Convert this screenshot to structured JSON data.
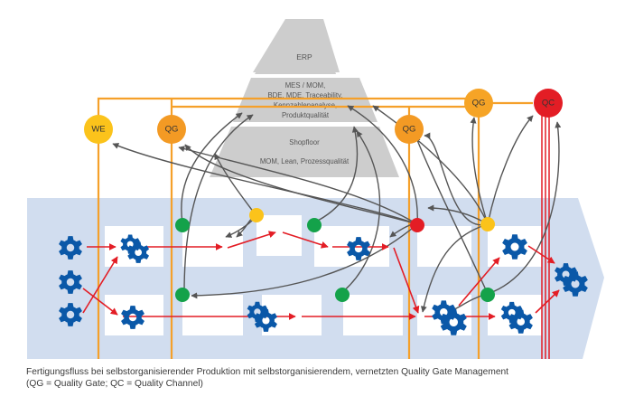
{
  "pyramid": {
    "levels": [
      {
        "id": "erp",
        "lines": [
          "ERP"
        ]
      },
      {
        "id": "mes",
        "lines": [
          "MES / MOM,",
          "BDE, MDE, Traceability,",
          "Kennzahlenanalyse,",
          "Produktqualität"
        ]
      },
      {
        "id": "shopfloor",
        "lines": [
          "Shopfloor",
          "",
          "MOM, Lean, Prozessqualität"
        ]
      }
    ]
  },
  "nodes": [
    {
      "id": "we",
      "label": "WE",
      "color": "#fbc31b"
    },
    {
      "id": "qg1",
      "label": "QG",
      "color": "#f39a24"
    },
    {
      "id": "qg2",
      "label": "QG",
      "color": "#f39a24"
    },
    {
      "id": "qg3",
      "label": "QG",
      "color": "#f6a426"
    },
    {
      "id": "qc",
      "label": "QC",
      "color": "#e31d25"
    }
  ],
  "status_dots": {
    "green": "#14a24a",
    "yellow": "#fbc31b",
    "red": "#e31d25"
  },
  "colors": {
    "flow_band": "#d1ddef",
    "station": "#ffffff",
    "orange_line": "#f5a02a",
    "red_channel": "#e31d25",
    "gear": "#0a58a8",
    "flow_arrow": "#e31d25",
    "info_arrow": "#555555",
    "pyramid": "#cdcdcd"
  },
  "caption": {
    "line1": "Fertigungsfluss bei selbstorganisierender Produktion mit selbstorganisierendem, vernetzten Quality Gate Management",
    "line2": "(QG = Quality Gate; QC = Quality Channel)"
  }
}
